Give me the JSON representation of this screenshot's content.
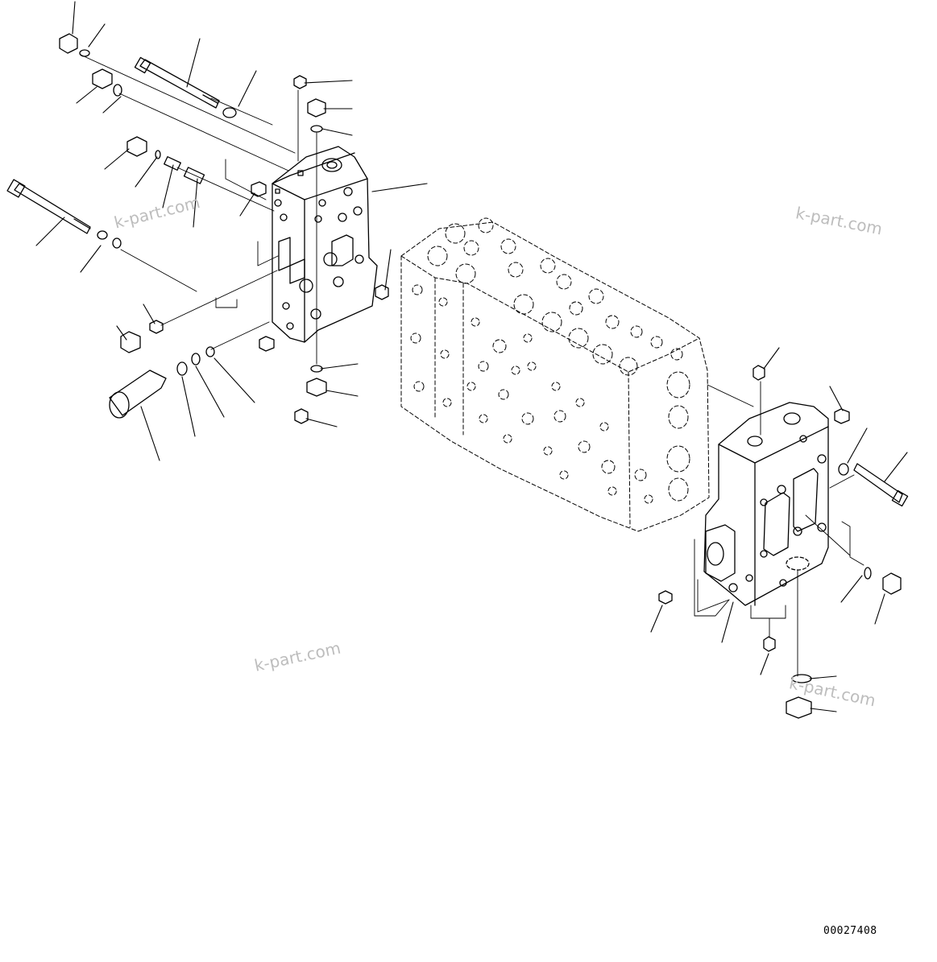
{
  "watermark": "k-part.com",
  "watermarks": [
    {
      "id": "wm-1",
      "text": "k-part.com"
    },
    {
      "id": "wm-2",
      "text": "k-part.com"
    },
    {
      "id": "wm-3",
      "text": "k-part.com"
    },
    {
      "id": "wm-4",
      "text": "k-part.com"
    }
  ],
  "drawing_code": "00027408"
}
